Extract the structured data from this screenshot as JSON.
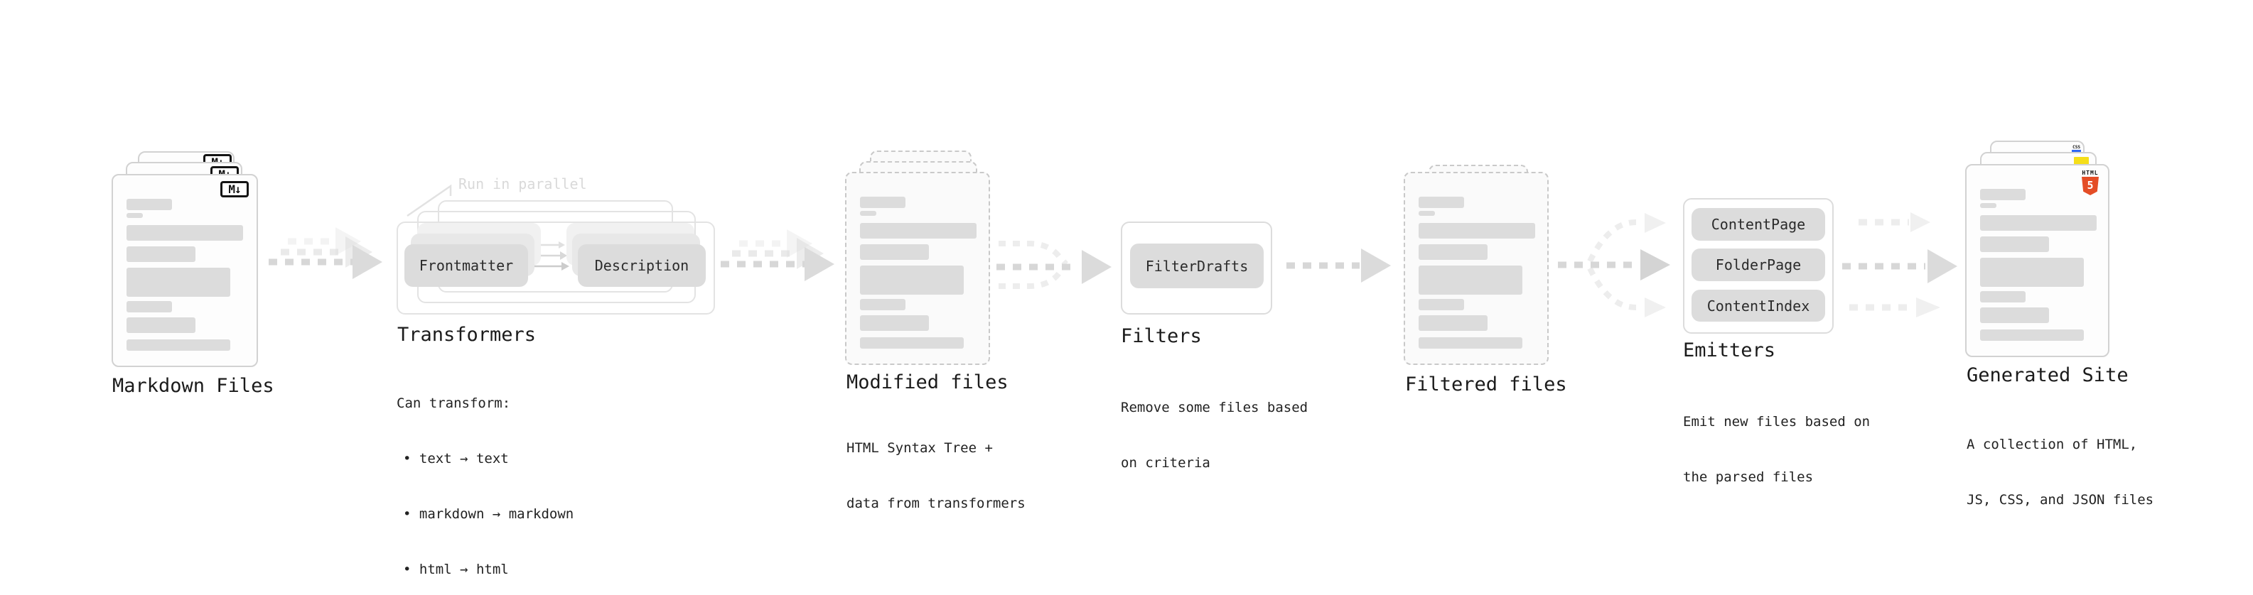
{
  "stages": {
    "markdown_files": {
      "label": "Markdown Files",
      "icon": "markdown-icon",
      "badge": "M↓"
    },
    "transformers": {
      "label": "Transformers",
      "annotation": "Run in parallel",
      "pill_primary": "Frontmatter",
      "pill_secondary": "Description",
      "description_lines": [
        "Can transform:",
        "• text → text",
        "• markdown → markdown",
        "• html → html"
      ]
    },
    "modified_files": {
      "label": "Modified files",
      "description_lines": [
        "HTML Syntax Tree +",
        "data from transformers"
      ]
    },
    "filters": {
      "label": "Filters",
      "pill": "FilterDrafts",
      "description_lines": [
        "Remove some files based",
        "on criteria"
      ]
    },
    "filtered_files": {
      "label": "Filtered files"
    },
    "emitters": {
      "label": "Emitters",
      "pills": [
        "ContentPage",
        "FolderPage",
        "ContentIndex"
      ],
      "description_lines": [
        "Emit new files based on",
        "the parsed files"
      ]
    },
    "generated_site": {
      "label": "Generated Site",
      "description_lines": [
        "A collection of HTML,",
        "JS, CSS, and JSON files"
      ],
      "html5_icon": {
        "caption": "HTML",
        "numeral": "5",
        "color": "#E44D26"
      },
      "js_badge_color": "#F5DE19",
      "css_badge": {
        "text": "CSS",
        "underline_color": "#2F67F5"
      }
    }
  },
  "colors": {
    "markdown_badge": "#141414",
    "html5_orange": "#E44D26",
    "js_yellow": "#F5DE19",
    "css_blue": "#2F67F5",
    "pill_fill": "#dcdcdc",
    "placeholder_bar": "#dcdcdc",
    "arrow_gray": "#d7d7d7",
    "arrow_light": "#ededed"
  }
}
